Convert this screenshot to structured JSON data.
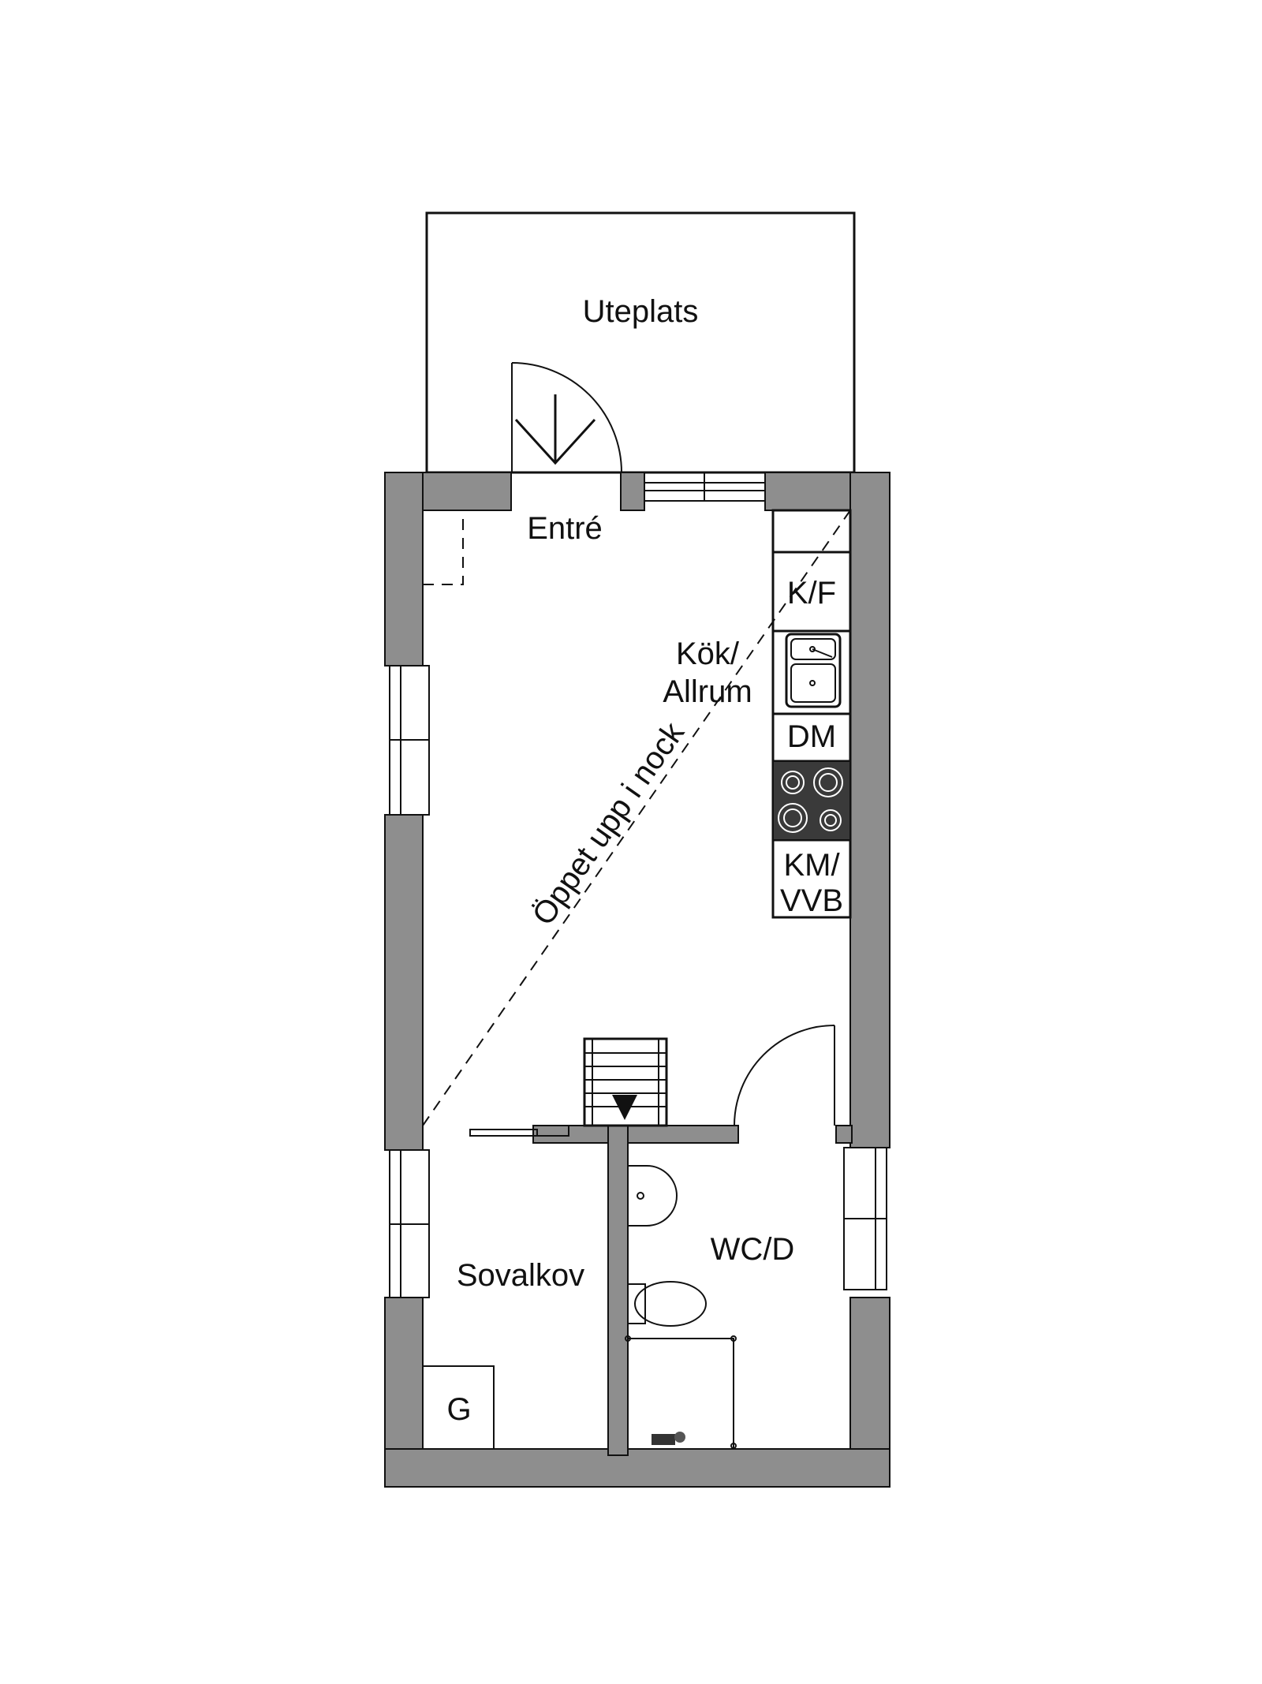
{
  "rooms": {
    "uteplats": "Uteplats",
    "entre": "Entré",
    "kok_line1": "Kök/",
    "kok_line2": "Allrum",
    "sovalkov": "Sovalkov",
    "wc": "WC/D"
  },
  "appliances": {
    "kf": "K/F",
    "dm": "DM",
    "km_line1": "KM/",
    "km_line2": "VVB",
    "g": "G"
  },
  "annotations": {
    "open_to_ridge": "Öppet upp i nock"
  },
  "colors": {
    "wall": "#8e8e8e",
    "stove": "#3a3a3a",
    "line": "#111111"
  }
}
